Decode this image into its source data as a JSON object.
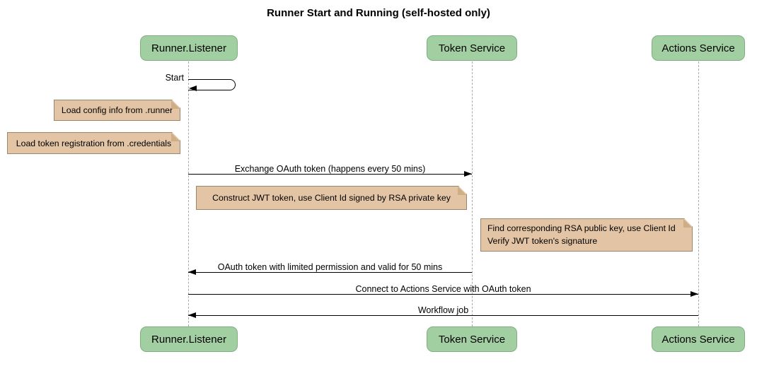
{
  "title": "Runner Start and Running (self-hosted only)",
  "participants": [
    {
      "name": "Runner.Listener"
    },
    {
      "name": "Token Service"
    },
    {
      "name": "Actions Service"
    }
  ],
  "messages": {
    "start": {
      "label": "Start",
      "type": "self",
      "from": "Runner.Listener",
      "to": "Runner.Listener"
    },
    "exchange": {
      "label": "Exchange OAuth token (happens every 50 mins)",
      "from": "Runner.Listener",
      "to": "Token Service"
    },
    "oauth_return": {
      "label": "OAuth token with limited permission and valid for 50 mins",
      "from": "Token Service",
      "to": "Runner.Listener"
    },
    "connect": {
      "label": "Connect to Actions Service with OAuth token",
      "from": "Runner.Listener",
      "to": "Actions Service"
    },
    "workflow": {
      "label": "Workflow job",
      "from": "Actions Service",
      "to": "Runner.Listener"
    }
  },
  "notes": {
    "config": {
      "text": "Load config info from .runner"
    },
    "credentials": {
      "text": "Load token registration from .credentials"
    },
    "jwt": {
      "text": "Construct JWT token, use Client Id signed by RSA private key"
    },
    "verify": {
      "line1": "Find corresponding RSA public key, use Client Id",
      "line2": "Verify JWT token's signature"
    }
  },
  "colors": {
    "participant_fill": "#a2cfa2",
    "participant_border": "#81ae81",
    "note_fill": "#e3c5a5",
    "note_border": "#99876b",
    "note_fold": "#cfae85",
    "lifeline": "#aaaaaa",
    "message_line": "#000000",
    "background": "#ffffff"
  }
}
